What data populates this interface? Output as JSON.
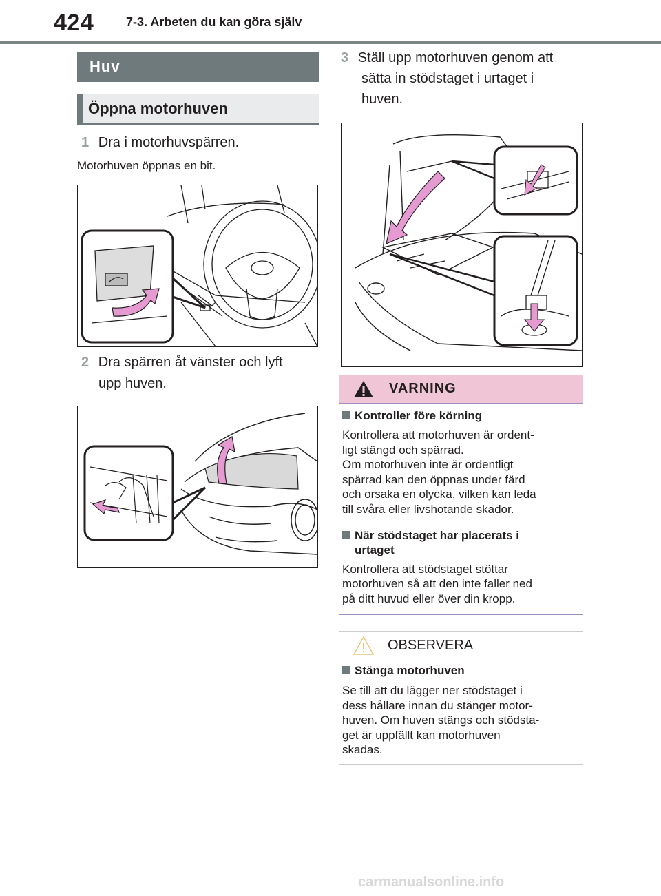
{
  "header": {
    "page_number": "424",
    "chapter": "7-3. Arbeten du kan göra själv"
  },
  "section": {
    "title": "Huv"
  },
  "subsection": {
    "title": "Öppna motorhuven"
  },
  "steps": [
    {
      "num": "1",
      "text": "Dra i motorhuvspärren."
    },
    {
      "num": "2",
      "line1": "Dra spärren åt vänster och lyft",
      "line2": "upp huven."
    },
    {
      "num": "3",
      "line1": "Ställ upp motorhuven genom att",
      "line2": "sätta in stödstaget i urtaget i",
      "line3": "huven."
    }
  ],
  "note1": "Motorhuven öppnas en bit.",
  "warning": {
    "title": "VARNING",
    "items": [
      {
        "heading": "Kontroller före körning",
        "lines": [
          "Kontrollera att motorhuven är ordent-",
          "ligt stängd och spärrad.",
          "Om motorhuven inte är ordentligt",
          "spärrad kan den öppnas under färd",
          "och orsaka en olycka, vilken kan leda",
          "till svåra eller livshotande skador."
        ]
      },
      {
        "heading_line1": "När stödstaget har placerats i",
        "heading_line2": "urtaget",
        "lines": [
          "Kontrollera att stödstaget stöttar",
          "motorhuven så att den inte faller ned",
          "på ditt huvud eller över din kropp."
        ]
      }
    ]
  },
  "notice": {
    "title": "OBSERVERA",
    "heading": "Stänga motorhuven",
    "lines": [
      "Se till att du lägger ner stödstaget i",
      "dess hållare innan du stänger motor-",
      "huven. Om huven stängs och stödsta-",
      "get är uppfällt kan motorhuven",
      "skadas."
    ]
  },
  "watermark": "carmanualsonline.info",
  "colors": {
    "accent_gray": "#6f7a7c",
    "warning_pink": "#f0c6d6",
    "arrow_pink": "#e59bd2"
  }
}
